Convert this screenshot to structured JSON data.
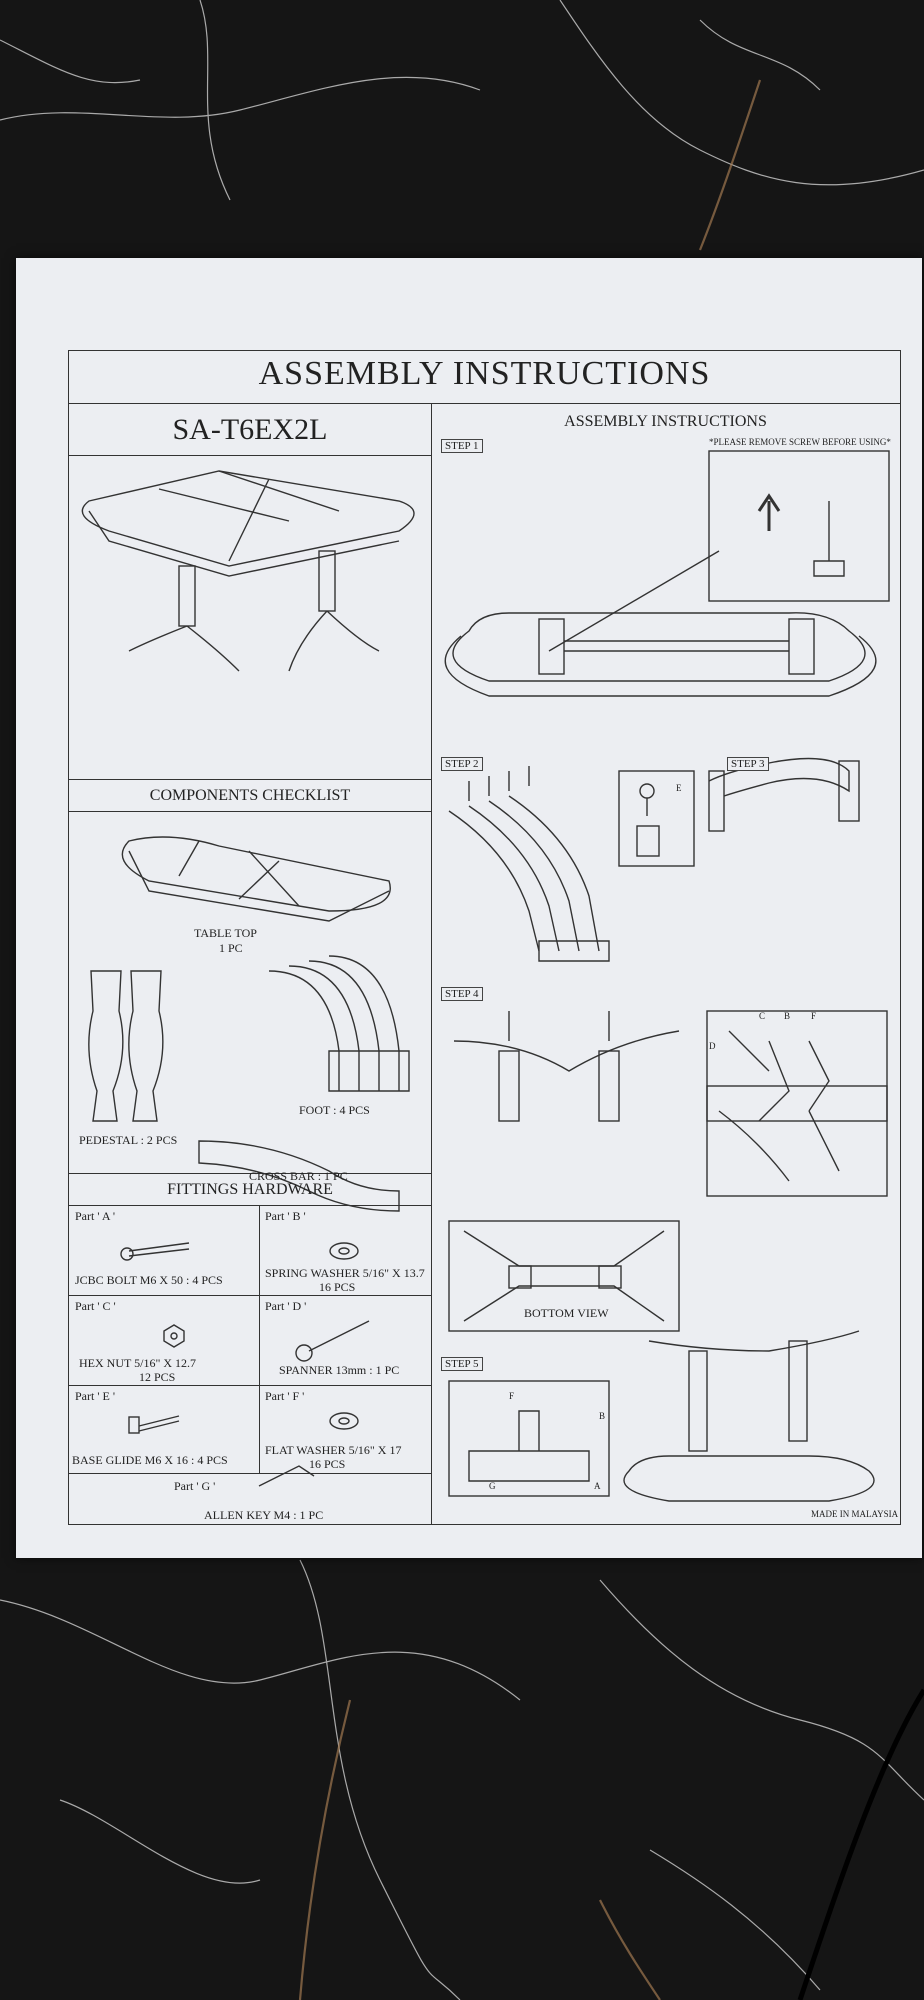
{
  "document": {
    "title": "ASSEMBLY INSTRUCTIONS",
    "model": "SA-T6EX2L",
    "right_header": "ASSEMBLY INSTRUCTIONS",
    "components_title": "COMPONENTS CHECKLIST",
    "components": {
      "table_top": "TABLE TOP",
      "table_top_qty": "1 PC",
      "pedestal": "PEDESTAL : 2 PCS",
      "foot": "FOOT : 4 PCS",
      "cross_bar": "CROSS BAR : 1 PC"
    },
    "fittings_title": "FITTINGS HARDWARE",
    "fittings": [
      {
        "part": "Part ' A '",
        "name": "JCBC BOLT M6 X 50 : 4 PCS",
        "qty": ""
      },
      {
        "part": "Part ' B '",
        "name": "SPRING WASHER 5/16\" X 13.7",
        "qty": "16 PCS"
      },
      {
        "part": "Part ' C '",
        "name": "HEX NUT 5/16\" X 12.7",
        "qty": "12 PCS"
      },
      {
        "part": "Part ' D '",
        "name": "SPANNER 13mm : 1 PC",
        "qty": ""
      },
      {
        "part": "Part ' E '",
        "name": "BASE GLIDE M6 X 16 : 4 PCS",
        "qty": ""
      },
      {
        "part": "Part ' F '",
        "name": "FLAT WASHER 5/16\" X 17",
        "qty": "16 PCS"
      },
      {
        "part": "Part ' G '",
        "name": "ALLEN KEY M4 : 1 PC",
        "qty": ""
      }
    ],
    "note": "*PLEASE REMOVE SCREW BEFORE USING*",
    "steps": [
      "STEP 1",
      "STEP 2",
      "STEP 3",
      "STEP 4",
      "STEP 5"
    ],
    "bottom_view": "BOTTOM VIEW",
    "made_in": "MADE IN MALAYSIA",
    "callouts": {
      "a": "A",
      "b": "B",
      "c": "C",
      "d": "D",
      "e": "E",
      "f": "F",
      "g": "G"
    }
  },
  "colors": {
    "background": "#161616",
    "paper": "#eceef2",
    "ink": "#222222",
    "vein": "#d8d8d8"
  }
}
